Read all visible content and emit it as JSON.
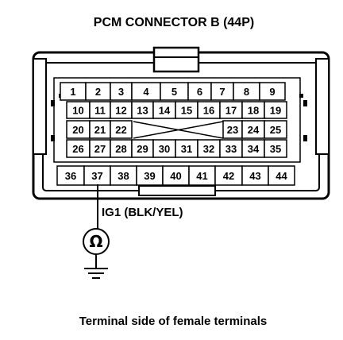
{
  "title": "PCM CONNECTOR B (44P)",
  "wire_label": "IG1 (BLK/YEL)",
  "caption": "Terminal side of female terminals",
  "meter_symbol": "Ω",
  "rows": [
    [
      "1",
      "2",
      "3",
      "4",
      "5",
      "6",
      "7",
      "8",
      "9"
    ],
    [
      "10",
      "11",
      "12",
      "13",
      "14",
      "15",
      "16",
      "17",
      "18",
      "19"
    ],
    [
      "20",
      "21",
      "22",
      "23",
      "24",
      "25"
    ],
    [
      "26",
      "27",
      "28",
      "29",
      "30",
      "31",
      "32",
      "33",
      "34",
      "35"
    ],
    [
      "36",
      "37",
      "38",
      "39",
      "40",
      "41",
      "42",
      "43",
      "44"
    ]
  ],
  "probed_terminal": "37"
}
